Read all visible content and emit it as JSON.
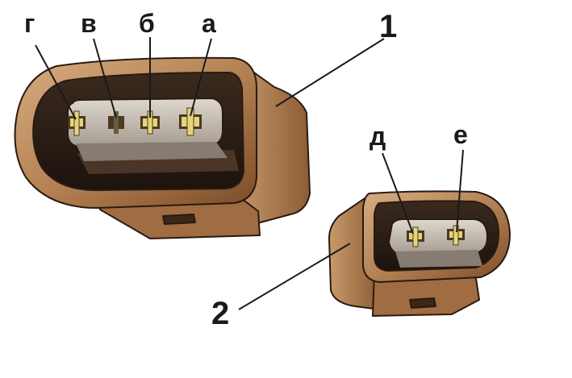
{
  "labels": {
    "g": "г",
    "v": "в",
    "b": "б",
    "a": "а",
    "d": "д",
    "e": "е",
    "one": "1",
    "two": "2"
  },
  "colors": {
    "housing_light": "#c89a6e",
    "housing_mid": "#a8754a",
    "housing_dark": "#6e4424",
    "cavity": "#2b1d14",
    "insert": "#c8c0b4",
    "insert_shade": "#9a9088",
    "pin": "#e6d47a",
    "pin_dark": "#4a3a20",
    "line": "#1a1a1a"
  }
}
